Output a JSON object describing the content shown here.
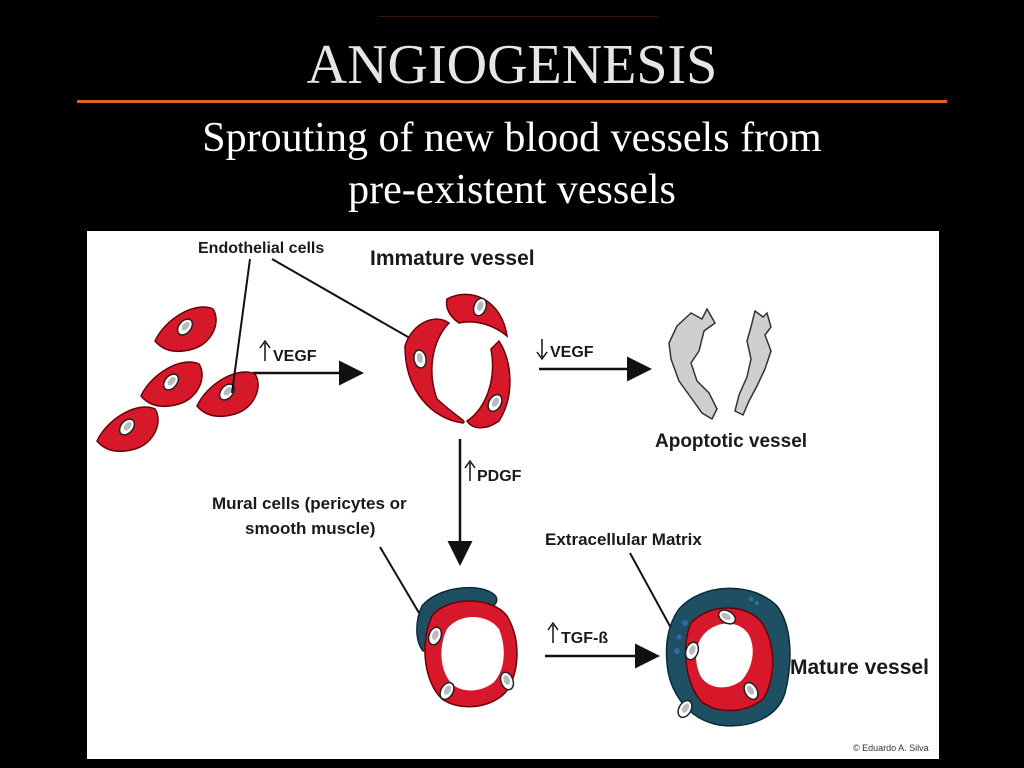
{
  "slide": {
    "title": "ANGIOGENESIS",
    "subtitle_line1": "Sprouting of new blood vessels from",
    "subtitle_line2": "pre-existent vessels"
  },
  "diagram": {
    "labels": {
      "endothelial_cells": "Endothelial cells",
      "immature_vessel": "Immature vessel",
      "apoptotic_vessel": "Apoptotic vessel",
      "mural_cells_line1": "Mural cells (pericytes or",
      "mural_cells_line2": "smooth muscle)",
      "extracellular_matrix": "Extracellular Matrix",
      "mature_vessel": "Mature vessel",
      "credit": "© Eduardo A. Silva"
    },
    "arrows": {
      "vegf_up": "VEGF",
      "vegf_down": "VEGF",
      "pdgf_up": "PDGF",
      "tgf_up": "TGF-ß"
    },
    "colors": {
      "endothelial": "#d7182a",
      "mural": "#1f4f63",
      "apoptotic": "#cfcfcf",
      "title_rule": "#e0602a"
    }
  }
}
